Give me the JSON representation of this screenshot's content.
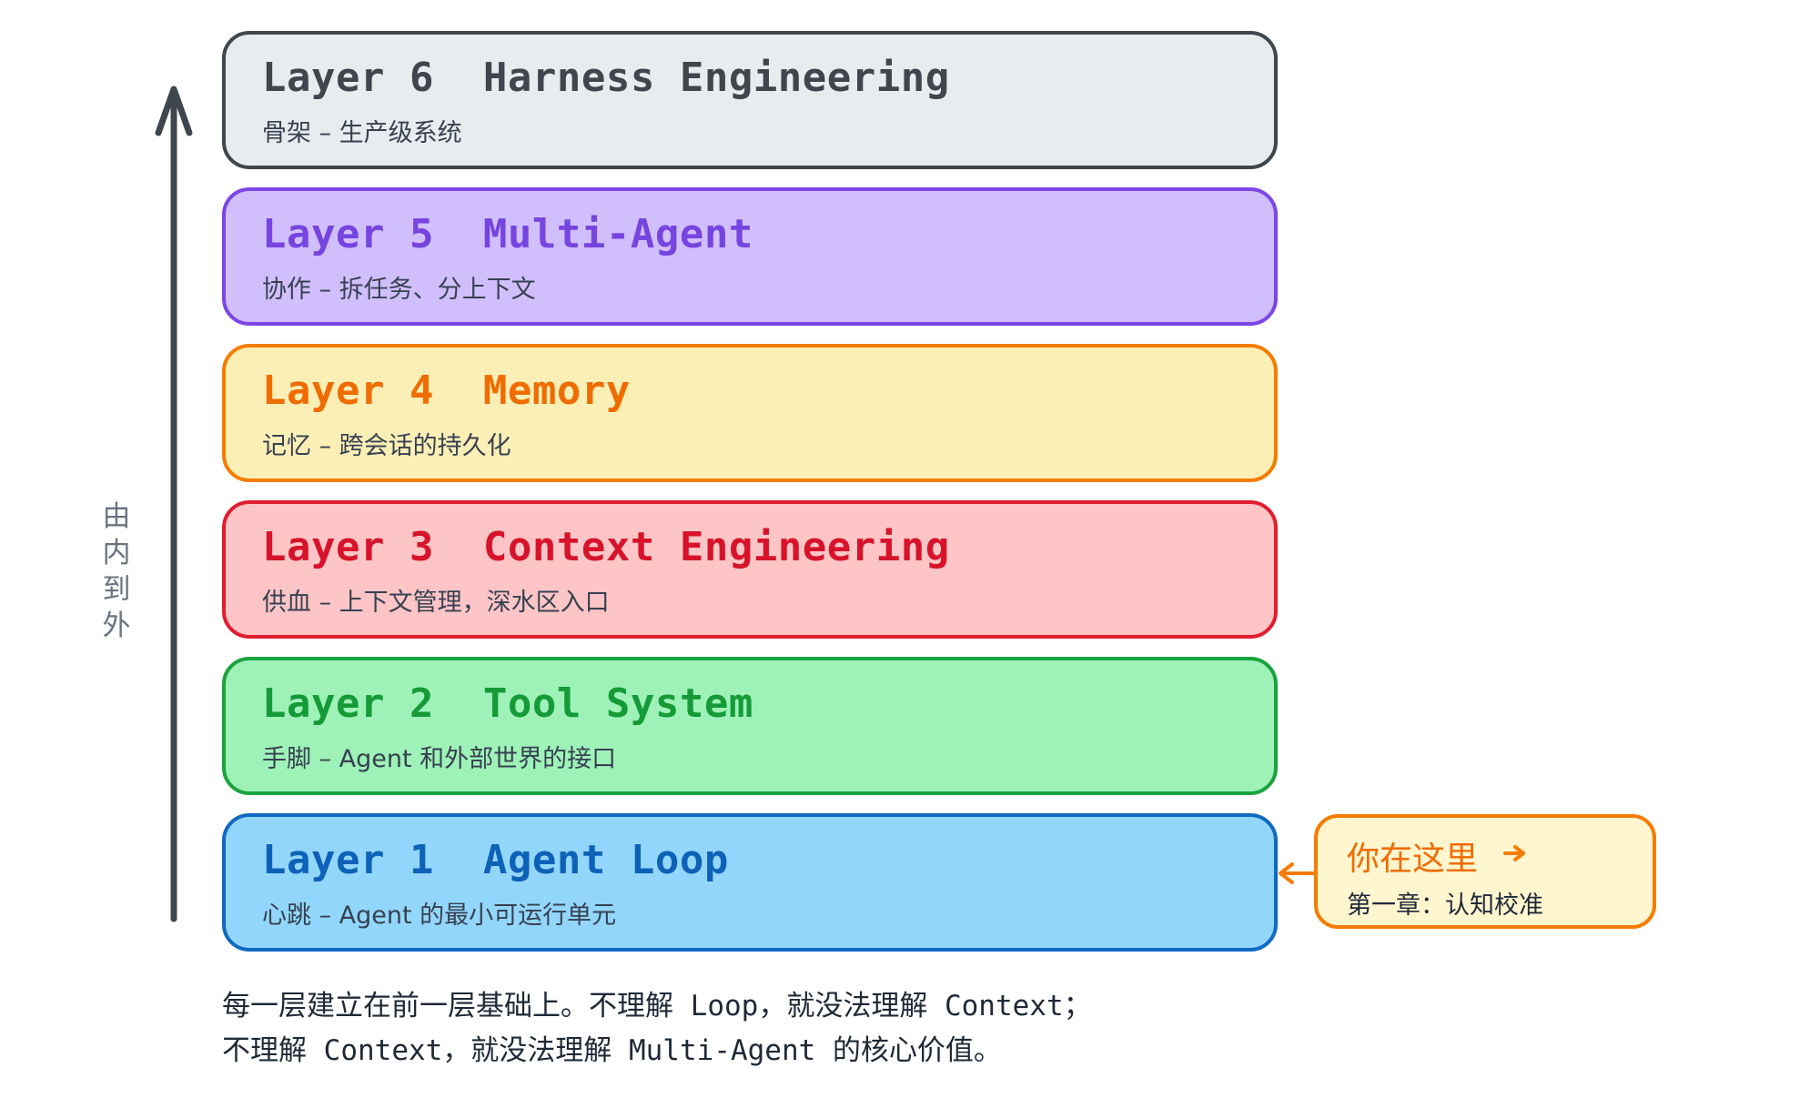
{
  "axis": {
    "label": "由\n内\n到\n外"
  },
  "layers": [
    {
      "title": "Layer 6  Harness Engineering",
      "desc": "骨架 – 生产级系统"
    },
    {
      "title": "Layer 5  Multi-Agent",
      "desc": "协作 – 拆任务、分上下文"
    },
    {
      "title": "Layer 4  Memory",
      "desc": "记忆 – 跨会话的持久化"
    },
    {
      "title": "Layer 3  Context Engineering",
      "desc": "供血 – 上下文管理，深水区入口"
    },
    {
      "title": "Layer 2  Tool System",
      "desc": "手脚 – Agent 和外部世界的接口"
    },
    {
      "title": "Layer 1  Agent Loop",
      "desc": "心跳 – Agent 的最小可运行单元"
    }
  ],
  "callout": {
    "title": "你在这里",
    "subtitle": "第一章：认知校准"
  },
  "footnote": {
    "line1": "每一层建立在前一层基础上。不理解 Loop，就没法理解 Context；",
    "line2": "不理解 Context，就没法理解 Multi-Agent 的核心价值。"
  },
  "colors": {
    "layer6": "#3f464d",
    "layer5": "#7c46e6",
    "layer4": "#f57c00",
    "layer3": "#e11d2e",
    "layer2": "#1aa33d",
    "layer1": "#1069c2",
    "axis": "#3f464d",
    "callout": "#f57c00"
  },
  "icons": {
    "axis": "arrow-up-icon",
    "pointer": "arrow-left-icon",
    "callout": "arrow-right-icon"
  }
}
